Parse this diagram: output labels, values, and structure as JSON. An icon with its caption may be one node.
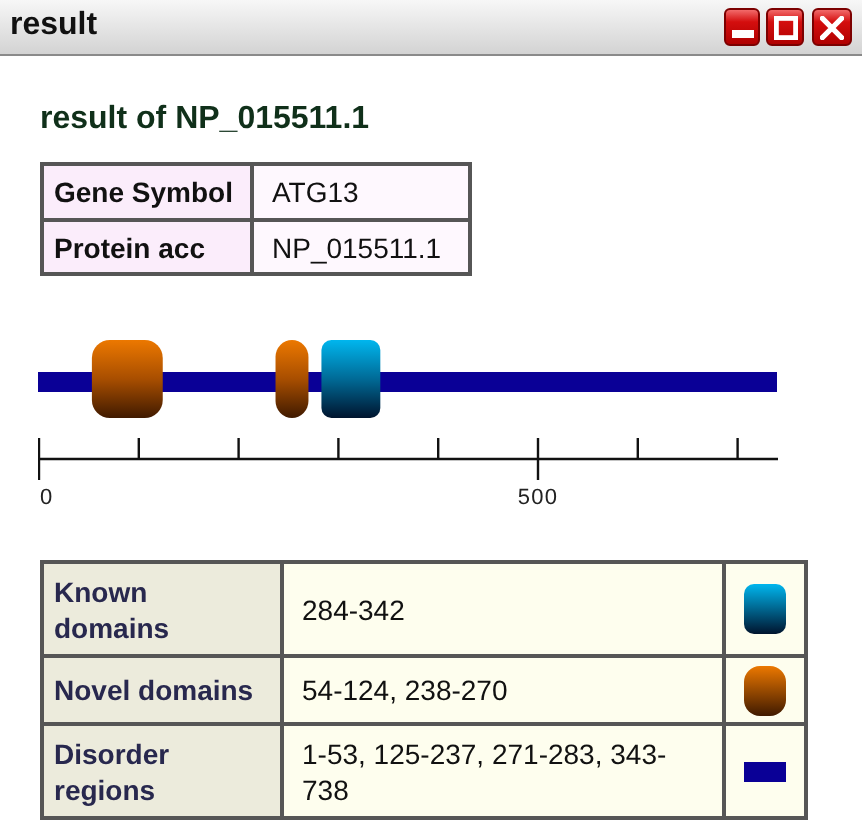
{
  "diagram": {
    "title": "result of NP_015511.1",
    "labels": [
      "result",
      "Gene Symbol",
      "ATG13",
      "Protein acc",
      "NP_015511.1",
      "0",
      "500",
      "Known domains",
      "284-342",
      "Novel domains",
      "54-124, 238-270",
      "Disorder regions",
      "1-53, 125-237, 271-283, 343-738"
    ]
  }
}
